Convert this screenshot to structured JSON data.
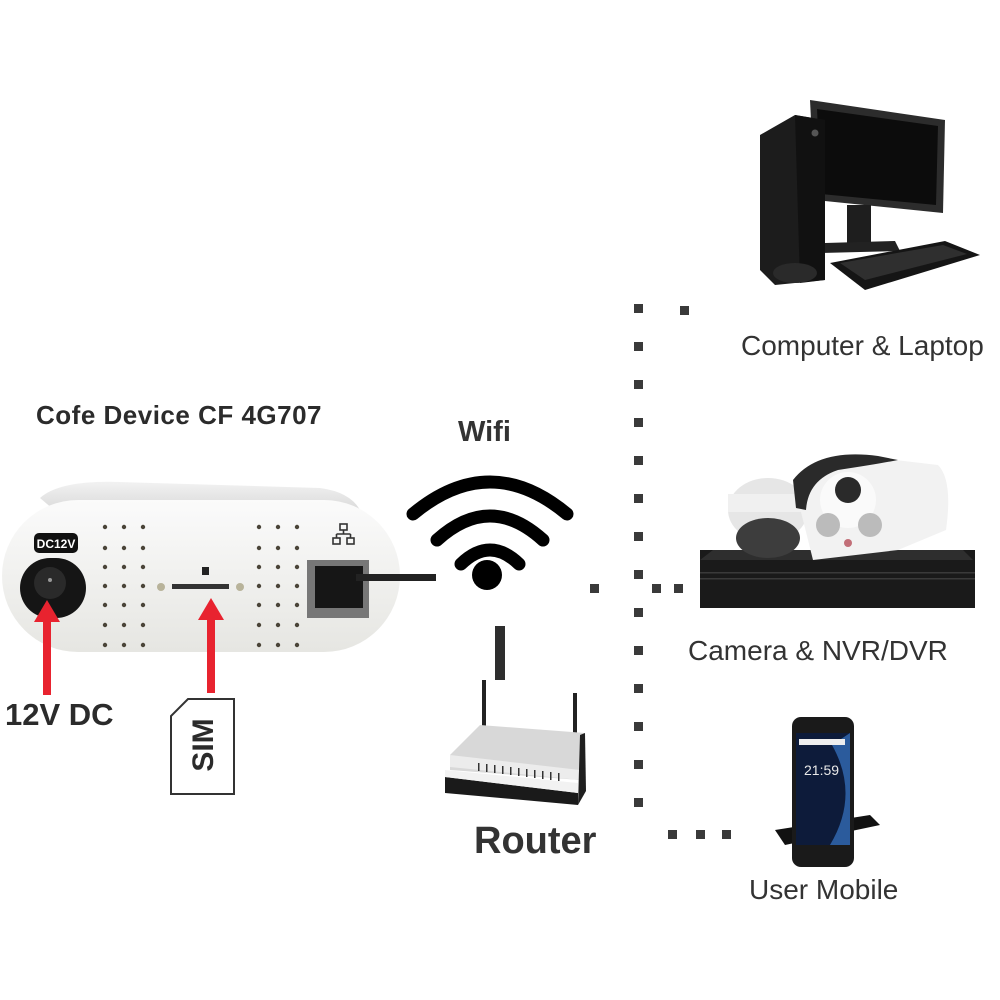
{
  "device": {
    "title": "Cofe Device CF 4G707",
    "power_badge": "DC12V",
    "power_label": "12V DC",
    "sim_label": "SIM",
    "lan_icon": "network-icon"
  },
  "wifi": {
    "label": "Wifi",
    "icon": "wifi-icon"
  },
  "router": {
    "label": "Router"
  },
  "endpoints": [
    {
      "label": "Computer & Laptop",
      "icon": "desktop-computer-icon"
    },
    {
      "label": "Camera & NVR/DVR",
      "icon": "cctv-camera-nvr-icon"
    },
    {
      "label": "User Mobile",
      "icon": "smartphone-icon",
      "screen_time": "21:59"
    }
  ],
  "colors": {
    "arrow": "#e8232f",
    "text": "#333333",
    "connector": "#3a3a3a"
  }
}
